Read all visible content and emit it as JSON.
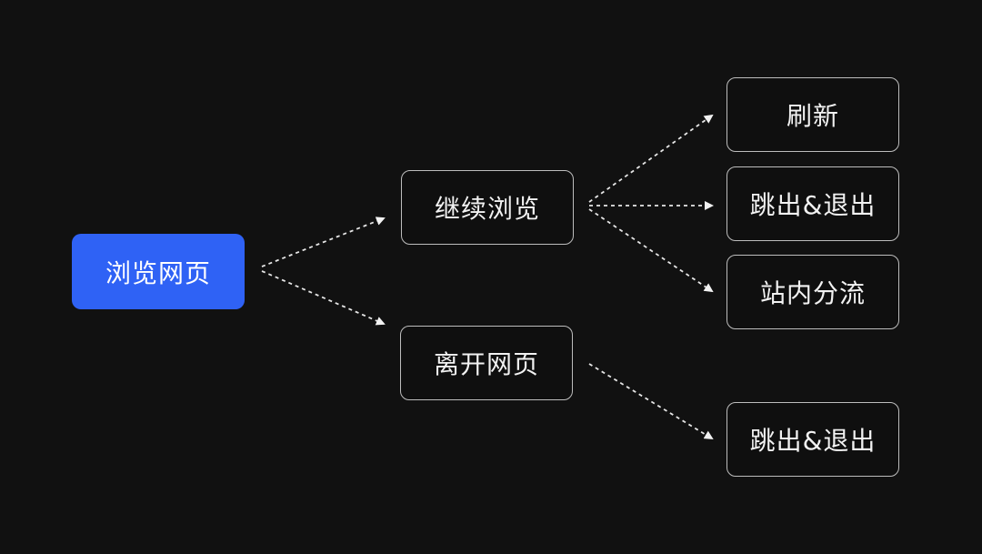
{
  "diagram": {
    "root": {
      "label": "浏览网页"
    },
    "level1": [
      {
        "label": "继续浏览"
      },
      {
        "label": "离开网页"
      }
    ],
    "level2": [
      {
        "label": "刷新"
      },
      {
        "label": "跳出&退出"
      },
      {
        "label": "站内分流"
      },
      {
        "label": "跳出&退出"
      }
    ],
    "colors": {
      "background": "#111111",
      "root_fill": "#2f62f5",
      "node_border": "#bdbdbd",
      "text": "#f2f2f2",
      "edge": "#e6e6e6"
    }
  }
}
